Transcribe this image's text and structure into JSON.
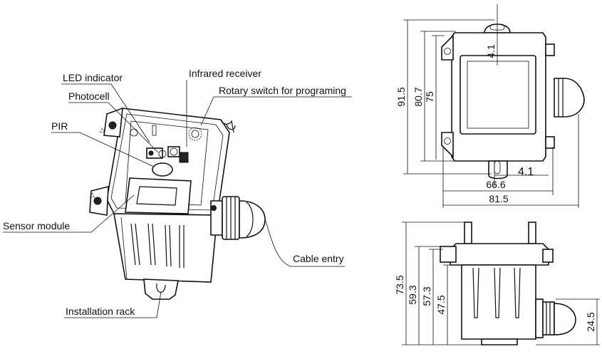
{
  "callouts": {
    "led_indicator": "LED indicator",
    "infrared_receiver": "Infrared receiver",
    "photocell": "Photocell",
    "rotary_switch": "Rotary switch for programing",
    "pir": "PIR",
    "sensor_module": "Sensor module",
    "cable_entry": "Cable entry",
    "installation_rack": "Installation rack"
  },
  "front_view": {
    "height_total": "91.5",
    "height_mid": "80.7",
    "height_inner": "75",
    "slot_top": "4.1",
    "slot_bottom": "4.1",
    "width_inner": "66.6",
    "width_total": "81.5"
  },
  "side_view": {
    "height_total": "73.5",
    "height_a": "59.3",
    "height_b": "57.3",
    "height_c": "47.5",
    "cable_height": "24.5"
  }
}
